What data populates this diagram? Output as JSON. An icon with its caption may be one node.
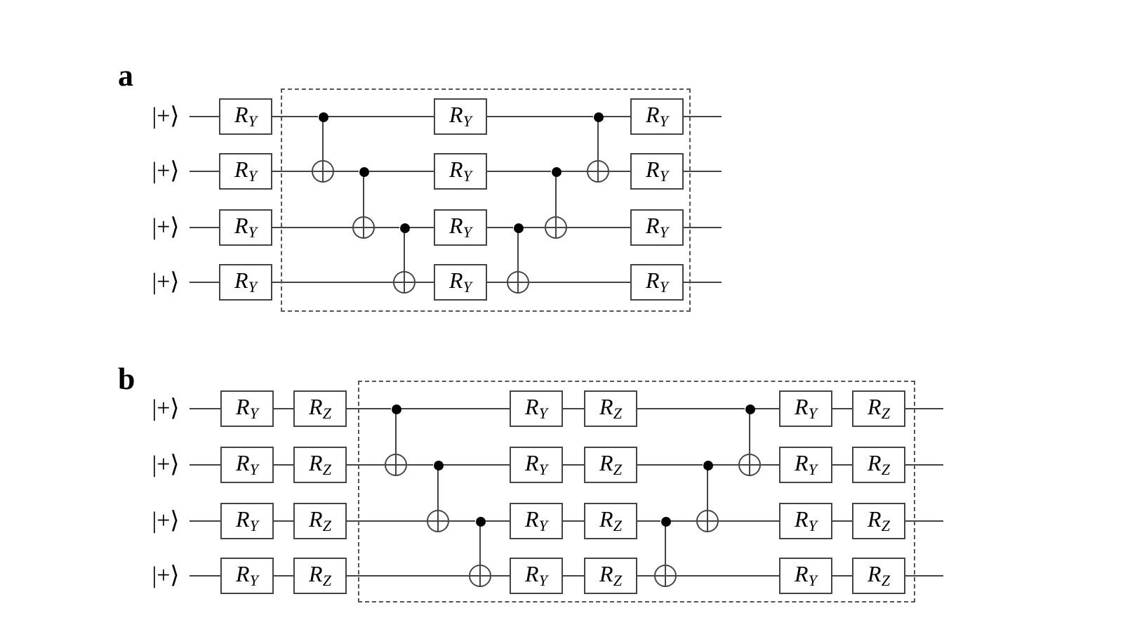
{
  "diagram": {
    "nodes": [
      {
        "text": [
          "|+⟩"
        ]
      },
      {
        "text": [
          "|+⟩"
        ]
      },
      {
        "text": [
          "|+⟩"
        ]
      },
      {
        "text": [
          "|+⟩"
        ]
      },
      {
        "text": [
          "R$_{Y}$"
        ]
      },
      {
        "text": [
          "R$_{Y}$"
        ]
      },
      {
        "text": [
          "R$_{Y}$"
        ]
      },
      {
        "text": [
          "R$_{Y}$"
        ]
      },
      {
        "text": [],
        "shape": "box"
      },
      {
        "text": [],
        "shape": "dot",
        "in": 8
      },
      {
        "text": [],
        "shape": "circle",
        "in": 8
      },
      {
        "text": [],
        "shape": "dot",
        "in": 8
      },
      {
        "text": [],
        "shape": "circle",
        "in": 8
      },
      {
        "text": [],
        "shape": "dot",
        "in": 8
      },
      {
        "text": [],
        "shape": "circle",
        "in": 8
      },
      {
        "text": [
          "R$_{Y}$"
        ],
        "in": 8
      },
      {
        "text": [
          "R$_{Y}$"
        ],
        "in": 8
      },
      {
        "text": [
          "R$_{Y}$"
        ],
        "in": 8
      },
      {
        "text": [
          "R$_{Y}$"
        ],
        "in": 8
      },
      {
        "text": [],
        "shape": "dot",
        "in": 8
      },
      {
        "text": [],
        "shape": "circle",
        "in": 8
      },
      {
        "text": [],
        "shape": "dot",
        "in": 8
      },
      {
        "text": [],
        "shape": "circle",
        "in": 8
      },
      {
        "text": [],
        "shape": "dot",
        "in": 8
      },
      {
        "text": [],
        "shape": "circle",
        "in": 8
      },
      {
        "text": [
          "R$_{Y}$"
        ],
        "in": 8
      },
      {
        "text": [
          "R$_{Y}$"
        ],
        "in": 8
      },
      {
        "text": [
          "R$_{Y}$"
        ],
        "in": 8
      },
      {
        "text": [
          "R$_{Y}$"
        ],
        "in": 8
      },
      {
        "text": [
          "|+⟩"
        ]
      },
      {
        "text": [
          "|+⟩"
        ]
      },
      {
        "text": [
          "|+⟩"
        ]
      },
      {
        "text": [
          "|+⟩"
        ]
      },
      {
        "text": [
          "R$_{Y}$"
        ]
      },
      {
        "text": [
          "R$_{Y}$"
        ]
      },
      {
        "text": [
          "R$_{Y}$"
        ]
      },
      {
        "text": [
          "R$_{Y}$"
        ]
      },
      {
        "text": [
          "R$_{Z}$"
        ]
      },
      {
        "text": [
          "R$_{Z}$"
        ]
      },
      {
        "text": [
          "R$_{Z}$"
        ]
      },
      {
        "text": [
          "R$_{Z}$"
        ]
      },
      {
        "text": [],
        "shape": "box"
      },
      {
        "text": [],
        "shape": "dot",
        "in": 41
      },
      {
        "text": [],
        "shape": "circle",
        "in": 41
      },
      {
        "text": [],
        "shape": "dot",
        "in": 41
      },
      {
        "text": [],
        "shape": "circle",
        "in": 41
      },
      {
        "text": [],
        "shape": "dot",
        "in": 41
      },
      {
        "text": [],
        "shape": "circle",
        "in": 41
      },
      {
        "text": [
          "R$_{Y}$"
        ],
        "in": 41
      },
      {
        "text": [
          "R$_{Y}$"
        ],
        "in": 41
      },
      {
        "text": [
          "R$_{Y}$"
        ],
        "in": 41
      },
      {
        "text": [
          "R$_{Y}$"
        ],
        "in": 41
      },
      {
        "text": [
          "R$_{Z}$"
        ],
        "in": 41
      },
      {
        "text": [
          "R$_{Z}$"
        ],
        "in": 41
      },
      {
        "text": [
          "R$_{Z}$"
        ],
        "in": 41
      },
      {
        "text": [
          "R$_{Z}$"
        ],
        "in": 41
      },
      {
        "text": [],
        "shape": "dot",
        "in": 41
      },
      {
        "text": [],
        "shape": "circle",
        "in": 41
      },
      {
        "text": [],
        "shape": "dot",
        "in": 41
      },
      {
        "text": [],
        "shape": "circle",
        "in": 41
      },
      {
        "text": [],
        "shape": "dot",
        "in": 41
      },
      {
        "text": [],
        "shape": "circle",
        "in": 41
      },
      {
        "text": [
          "R$_{Y}$"
        ],
        "in": 41
      },
      {
        "text": [
          "R$_{Y}$"
        ],
        "in": 41
      },
      {
        "text": [
          "R$_{Y}$"
        ],
        "in": 41
      },
      {
        "text": [
          "R$_{Y}$"
        ],
        "in": 41
      },
      {
        "text": [
          "R$_{Z}$"
        ],
        "in": 41
      },
      {
        "text": [
          "R$_{Z}$"
        ],
        "in": 41
      },
      {
        "text": [
          "R$_{Z}$"
        ],
        "in": 41
      },
      {
        "text": [
          "R$_{Z}$"
        ],
        "in": 41
      }
    ],
    "edges": [
      {
        "from": 0,
        "to": 4,
        "arrow": "none"
      },
      {
        "from": 4,
        "to": 9,
        "arrow": "none"
      },
      {
        "from": 9,
        "to": 15,
        "arrow": "none"
      },
      {
        "from": 15,
        "to": 23,
        "arrow": "none"
      },
      {
        "from": 23,
        "to": 25,
        "arrow": "none"
      },
      {
        "from": 25,
        "to": null,
        "arrow": "none"
      },
      {
        "from": 1,
        "to": 5,
        "arrow": "none"
      },
      {
        "from": 5,
        "to": 10,
        "arrow": "none"
      },
      {
        "from": 10,
        "to": 11,
        "arrow": "none"
      },
      {
        "from": 11,
        "to": 16,
        "arrow": "none"
      },
      {
        "from": 16,
        "to": 21,
        "arrow": "none"
      },
      {
        "from": 21,
        "to": 24,
        "arrow": "none"
      },
      {
        "from": 24,
        "to": 26,
        "arrow": "none"
      },
      {
        "from": 26,
        "to": null,
        "arrow": "none"
      },
      {
        "from": 2,
        "to": 6,
        "arrow": "none"
      },
      {
        "from": 6,
        "to": 12,
        "arrow": "none"
      },
      {
        "from": 12,
        "to": 13,
        "arrow": "none"
      },
      {
        "from": 13,
        "to": 17,
        "arrow": "none"
      },
      {
        "from": 17,
        "to": 19,
        "arrow": "none"
      },
      {
        "from": 19,
        "to": 22,
        "arrow": "none"
      },
      {
        "from": 22,
        "to": 27,
        "arrow": "none"
      },
      {
        "from": 27,
        "to": null,
        "arrow": "none"
      },
      {
        "from": 3,
        "to": 7,
        "arrow": "none"
      },
      {
        "from": 7,
        "to": 14,
        "arrow": "none"
      },
      {
        "from": 14,
        "to": 18,
        "arrow": "none"
      },
      {
        "from": 18,
        "to": 20,
        "arrow": "none"
      },
      {
        "from": 20,
        "to": 28,
        "arrow": "none"
      },
      {
        "from": 28,
        "to": null,
        "arrow": "none"
      },
      {
        "from": 9,
        "to": 10,
        "arrow": "none"
      },
      {
        "from": 11,
        "to": 12,
        "arrow": "none"
      },
      {
        "from": 13,
        "to": 14,
        "arrow": "none"
      },
      {
        "from": 19,
        "to": 20,
        "arrow": "none"
      },
      {
        "from": 21,
        "to": 22,
        "arrow": "none"
      },
      {
        "from": 23,
        "to": 24,
        "arrow": "none"
      },
      {
        "from": 29,
        "to": 33,
        "arrow": "none"
      },
      {
        "from": 33,
        "to": 37,
        "arrow": "none"
      },
      {
        "from": 37,
        "to": 42,
        "arrow": "none"
      },
      {
        "from": 42,
        "to": 48,
        "arrow": "none"
      },
      {
        "from": 48,
        "to": 52,
        "arrow": "none"
      },
      {
        "from": 52,
        "to": 60,
        "arrow": "none"
      },
      {
        "from": 60,
        "to": 62,
        "arrow": "none"
      },
      {
        "from": 62,
        "to": 66,
        "arrow": "none"
      },
      {
        "from": 66,
        "to": null,
        "arrow": "none"
      },
      {
        "from": 30,
        "to": 34,
        "arrow": "none"
      },
      {
        "from": 34,
        "to": 38,
        "arrow": "none"
      },
      {
        "from": 38,
        "to": 43,
        "arrow": "none"
      },
      {
        "from": 43,
        "to": 44,
        "arrow": "none"
      },
      {
        "from": 44,
        "to": 49,
        "arrow": "none"
      },
      {
        "from": 49,
        "to": 53,
        "arrow": "none"
      },
      {
        "from": 53,
        "to": 58,
        "arrow": "none"
      },
      {
        "from": 58,
        "to": 61,
        "arrow": "none"
      },
      {
        "from": 61,
        "to": 63,
        "arrow": "none"
      },
      {
        "from": 63,
        "to": 67,
        "arrow": "none"
      },
      {
        "from": 67,
        "to": null,
        "arrow": "none"
      },
      {
        "from": 31,
        "to": 35,
        "arrow": "none"
      },
      {
        "from": 35,
        "to": 39,
        "arrow": "none"
      },
      {
        "from": 39,
        "to": 45,
        "arrow": "none"
      },
      {
        "from": 45,
        "to": 46,
        "arrow": "none"
      },
      {
        "from": 46,
        "to": 50,
        "arrow": "none"
      },
      {
        "from": 50,
        "to": 54,
        "arrow": "none"
      },
      {
        "from": 54,
        "to": 56,
        "arrow": "none"
      },
      {
        "from": 56,
        "to": 59,
        "arrow": "none"
      },
      {
        "from": 59,
        "to": 64,
        "arrow": "none"
      },
      {
        "from": 64,
        "to": 68,
        "arrow": "none"
      },
      {
        "from": 68,
        "to": null,
        "arrow": "none"
      },
      {
        "from": 32,
        "to": 36,
        "arrow": "none"
      },
      {
        "from": 36,
        "to": 40,
        "arrow": "none"
      },
      {
        "from": 40,
        "to": 47,
        "arrow": "none"
      },
      {
        "from": 47,
        "to": 51,
        "arrow": "none"
      },
      {
        "from": 51,
        "to": 55,
        "arrow": "none"
      },
      {
        "from": 55,
        "to": 57,
        "arrow": "none"
      },
      {
        "from": 57,
        "to": 65,
        "arrow": "none"
      },
      {
        "from": 65,
        "to": 69,
        "arrow": "none"
      },
      {
        "from": 69,
        "to": null,
        "arrow": "none"
      },
      {
        "from": 42,
        "to": 43,
        "arrow": "none"
      },
      {
        "from": 44,
        "to": 45,
        "arrow": "none"
      },
      {
        "from": 46,
        "to": 47,
        "arrow": "none"
      },
      {
        "from": 56,
        "to": 57,
        "arrow": "none"
      },
      {
        "from": 58,
        "to": 59,
        "arrow": "none"
      },
      {
        "from": 60,
        "to": 61,
        "arrow": "none"
      }
    ],
    "labels": [
      "a",
      "b"
    ]
  }
}
